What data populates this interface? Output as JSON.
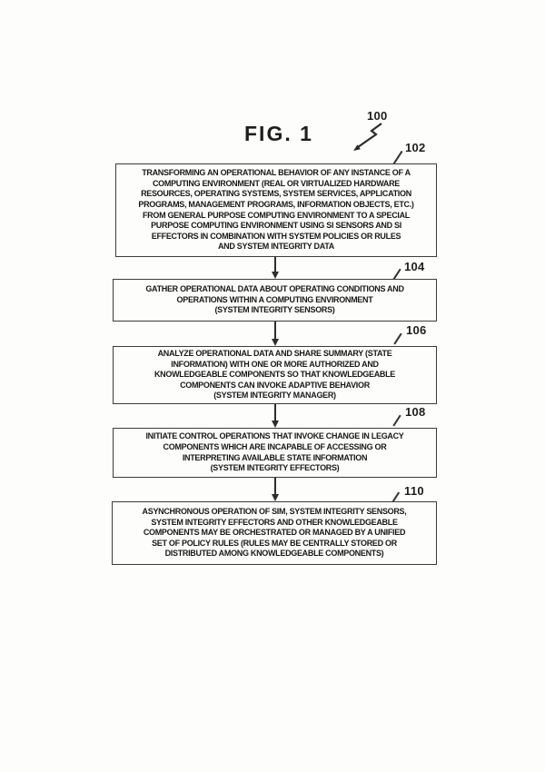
{
  "figure": {
    "title": "FIG. 1",
    "figure_ref": "100"
  },
  "flowchart": {
    "boxes": [
      {
        "ref": "102",
        "text": "TRANSFORMING AN OPERATIONAL BEHAVIOR OF ANY INSTANCE OF A\nCOMPUTING ENVIRONMENT (REAL OR VIRTUALIZED HARDWARE\nRESOURCES, OPERATING SYSTEMS, SYSTEM SERVICES, APPLICATION\nPROGRAMS, MANAGEMENT PROGRAMS, INFORMATION OBJECTS, ETC.)\nFROM GENERAL PURPOSE COMPUTING ENVIRONMENT TO A SPECIAL\nPURPOSE COMPUTING ENVIRONMENT USING SI SENSORS AND SI\nEFFECTORS IN COMBINATION WITH  SYSTEM POLICIES OR RULES\nAND SYSTEM INTEGRITY DATA"
      },
      {
        "ref": "104",
        "text": "GATHER OPERATIONAL DATA ABOUT OPERATING CONDITIONS AND\nOPERATIONS WITHIN A COMPUTING ENVIRONMENT\n(SYSTEM INTEGRITY SENSORS)"
      },
      {
        "ref": "106",
        "text": "ANALYZE OPERATIONAL DATA AND SHARE SUMMARY (STATE\nINFORMATION) WITH ONE OR MORE AUTHORIZED AND\nKNOWLEDGEABLE COMPONENTS SO THAT KNOWLEDGEABLE\nCOMPONENTS CAN INVOKE ADAPTIVE BEHAVIOR\n(SYSTEM INTEGRITY MANAGER)"
      },
      {
        "ref": "108",
        "text": "INITIATE CONTROL OPERATIONS THAT INVOKE CHANGE IN LEGACY\nCOMPONENTS WHICH ARE INCAPABLE OF ACCESSING OR\nINTERPRETING AVAILABLE STATE INFORMATION\n(SYSTEM INTEGRITY EFFECTORS)"
      },
      {
        "ref": "110",
        "text": "ASYNCHRONOUS OPERATION OF SIM, SYSTEM INTEGRITY SENSORS,\nSYSTEM INTEGRITY EFFECTORS AND OTHER KNOWLEDGEABLE\nCOMPONENTS MAY BE ORCHESTRATED OR MANAGED BY A UNIFIED\nSET OF POLICY RULES (RULES MAY BE CENTRALLY STORED OR\nDISTRIBUTED AMONG KNOWLEDGEABLE COMPONENTS)"
      }
    ]
  },
  "colors": {
    "ink": "#1b1b1b",
    "box_border": "#3c3c3c",
    "paper": "#fdfdfc"
  }
}
